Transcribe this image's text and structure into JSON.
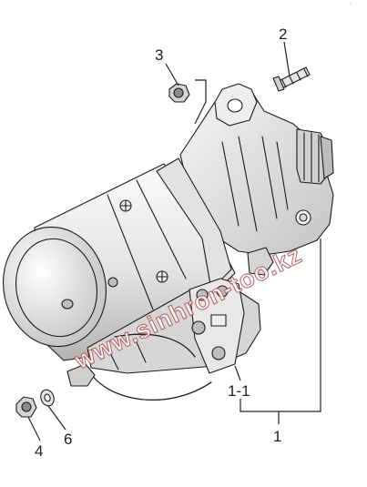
{
  "corner_mark": "´",
  "watermark": "www.sinhron-too.kz",
  "callouts": [
    {
      "id": "3",
      "label": "3"
    },
    {
      "id": "2",
      "label": "2"
    },
    {
      "id": "4",
      "label": "4"
    },
    {
      "id": "6",
      "label": "6"
    },
    {
      "id": "1-1",
      "label": "1-1"
    },
    {
      "id": "1",
      "label": "1"
    }
  ],
  "colors": {
    "line": "#1c1c1c",
    "body_light": "#f4f4f4",
    "body_mid": "#dcdcdc",
    "body_dark": "#a9a9a9",
    "watermark": "#b05a5a"
  }
}
